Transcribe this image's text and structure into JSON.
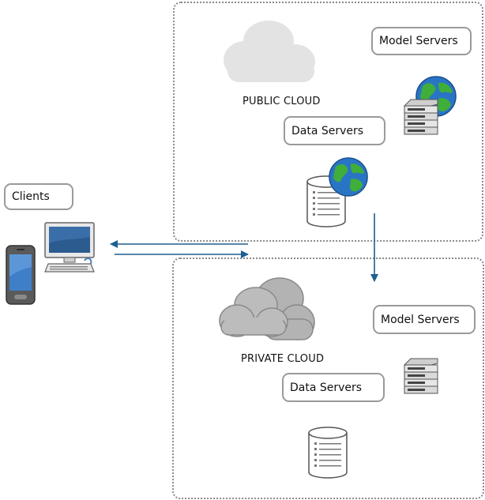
{
  "public_cloud": {
    "title": "PUBLIC CLOUD",
    "model_servers_label": "Model Servers",
    "data_servers_label": "Data Servers"
  },
  "private_cloud": {
    "title": "PRIVATE CLOUD",
    "model_servers_label": "Model Servers",
    "data_servers_label": "Data Servers"
  },
  "clients": {
    "label": "Clients"
  },
  "colors": {
    "arrow": "#1f5f8f",
    "zone_border": "#8a8a8a",
    "public_cloud_fill": "#e3e3e3",
    "private_cloud_fill": "#b3b3b3"
  },
  "icons": [
    "cloud-icon",
    "globe-icon",
    "server-rack-icon",
    "database-icon",
    "desktop-computer-icon",
    "smartphone-icon"
  ]
}
